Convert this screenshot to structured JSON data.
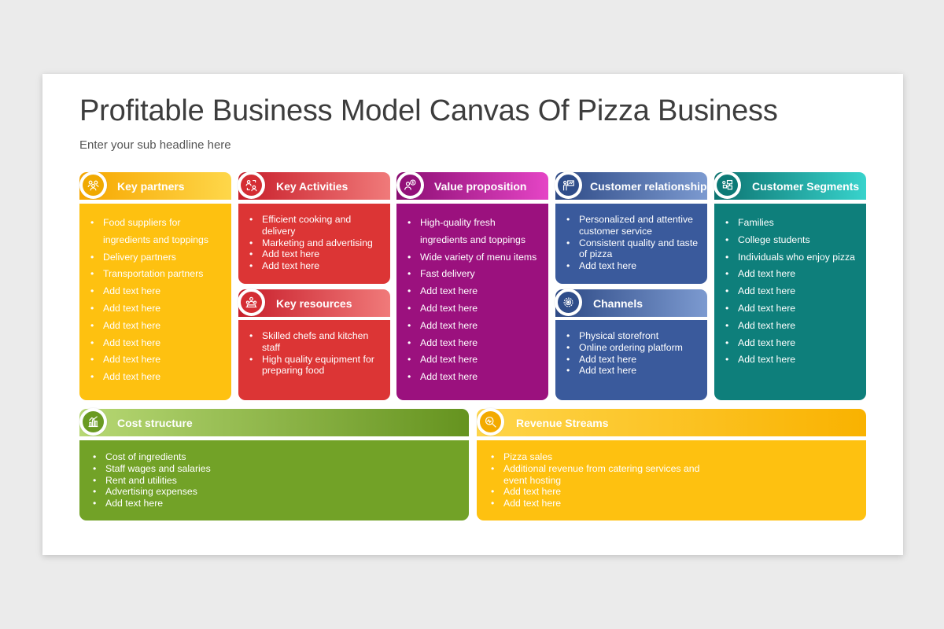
{
  "title": "Profitable Business Model Canvas Of Pizza Business",
  "subtitle": "Enter your sub headline here",
  "colors": {
    "yellow": "#fec110",
    "red": "#dc3535",
    "purple": "#9b117e",
    "blue": "#3a5a9c",
    "teal": "#0e7f7b",
    "green": "#72a227"
  },
  "sections": {
    "key_partners": {
      "label": "Key partners",
      "icon": "people-group-icon",
      "items": [
        "Food suppliers for ingredients and toppings",
        "Delivery partners",
        "Transportation partners",
        "Add text here",
        "Add text here",
        "Add text here",
        "Add text here",
        "Add text here",
        "Add text here"
      ]
    },
    "key_activities": {
      "label": "Key Activities",
      "icon": "people-exchange-icon",
      "items": [
        "Efficient cooking and delivery",
        "Marketing and advertising",
        "Add text here",
        "Add text here"
      ]
    },
    "key_resources": {
      "label": "Key resources",
      "icon": "team-icon",
      "items": [
        "Skilled chefs and kitchen staff",
        "High quality equipment for preparing food"
      ]
    },
    "value_proposition": {
      "label": "Value proposition",
      "icon": "person-dollar-icon",
      "items": [
        "High-quality fresh ingredients and toppings",
        "Wide variety of menu items",
        "Fast delivery",
        "Add text here",
        "Add text here",
        "Add text here",
        "Add text here",
        "Add text here",
        "Add text here"
      ]
    },
    "customer_relationships": {
      "label": "Customer relationships",
      "icon": "presenter-board-icon",
      "items": [
        "Personalized and attentive customer service",
        "Consistent quality and taste of pizza",
        "Add text here"
      ]
    },
    "channels": {
      "label": "Channels",
      "icon": "target-gear-icon",
      "items": [
        "Physical storefront",
        "Online ordering platform",
        "Add text here",
        "Add text here"
      ]
    },
    "customer_segments": {
      "label": "Customer Segments",
      "icon": "segments-icon",
      "items": [
        "Families",
        "College students",
        "Individuals who enjoy pizza",
        "Add text here",
        "Add text here",
        "Add text here",
        "Add text here",
        "Add text here",
        "Add text here"
      ]
    },
    "cost_structure": {
      "label": "Cost structure",
      "icon": "bar-chart-icon",
      "items": [
        "Cost of ingredients",
        "Staff wages and salaries",
        "Rent and utilities",
        "Advertising expenses",
        "Add text here"
      ]
    },
    "revenue_streams": {
      "label": "Revenue Streams",
      "icon": "magnifier-pulse-icon",
      "items": [
        "Pizza sales",
        "Additional revenue from catering services and event hosting",
        "Add text here",
        "Add text here"
      ]
    }
  }
}
